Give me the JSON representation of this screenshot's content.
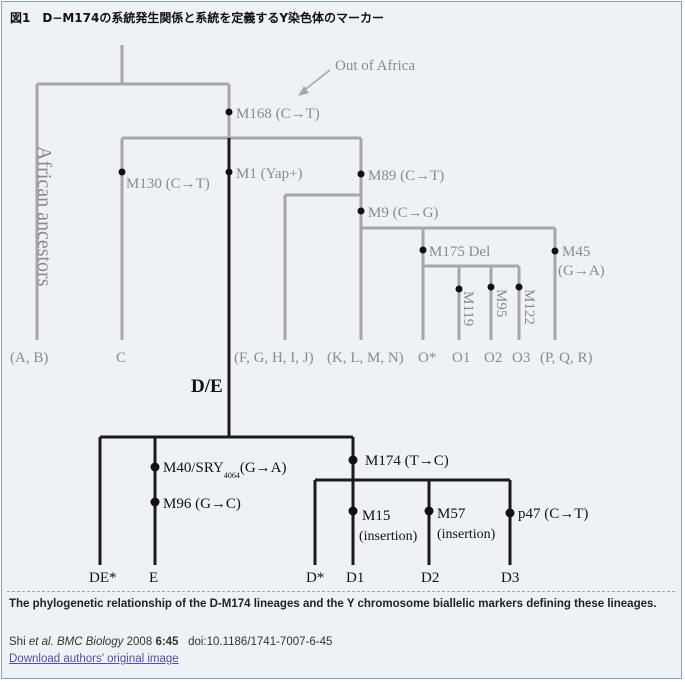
{
  "figure": {
    "title": "図1　D−M174の系統発生関係と系統を定義するY染色体のマーカー"
  },
  "tree": {
    "upper_labels": {
      "out_of_africa": "Out of Africa",
      "african_ancestors": "African ancestors",
      "m168": "M168 (C→T)",
      "m130": "M130 (C→T)",
      "m1": "M1 (Yap+)",
      "m89": "M89 (C→T)",
      "m9": "M9 (C→G)",
      "m175": "M175 Del",
      "m45_line1": "M45",
      "m45_line2": "(G→A)",
      "m119": "M119",
      "m95": "M95",
      "m122": "M122"
    },
    "upper_tips": {
      "ab": "(A, B)",
      "c": "C",
      "fghij": "(F, G, H, I, J)",
      "klmn": "(K, L, M, N)",
      "ostar": "O*",
      "o1": "O1",
      "o2": "O2",
      "o3": "O3",
      "pqr": "(P, Q, R)"
    },
    "de_label": "D/E",
    "lower_labels": {
      "m40_main": "M40/SRY",
      "m40_sub": "4064",
      "m40_tail": "(G→A)",
      "m96": "M96 (G→C)",
      "m174": "M174 (T→C)",
      "m15": "M15",
      "m15_sub": "(insertion)",
      "m57": "M57",
      "m57_sub": "(insertion)",
      "p47": "p47 (C→T)"
    },
    "lower_tips": {
      "destar": "DE*",
      "e": "E",
      "dstar": "D*",
      "d1": "D1",
      "d2": "D2",
      "d3": "D3"
    }
  },
  "caption": "The phylogenetic relationship of the D-M174 lineages and the Y chromosome biallelic markers defining these lineages.",
  "citation": {
    "authors": "Shi",
    "etal": "et al.",
    "journal": "BMC Biology",
    "year_vol": "2008",
    "volume": "6:45",
    "doi": "doi:10.1186/1741-7007-6-45"
  },
  "download_link": "Download authors' original image",
  "colors": {
    "gray_branch": "#a7a7a7",
    "black_branch": "#1a1a1a",
    "background": "#eef2f6"
  }
}
